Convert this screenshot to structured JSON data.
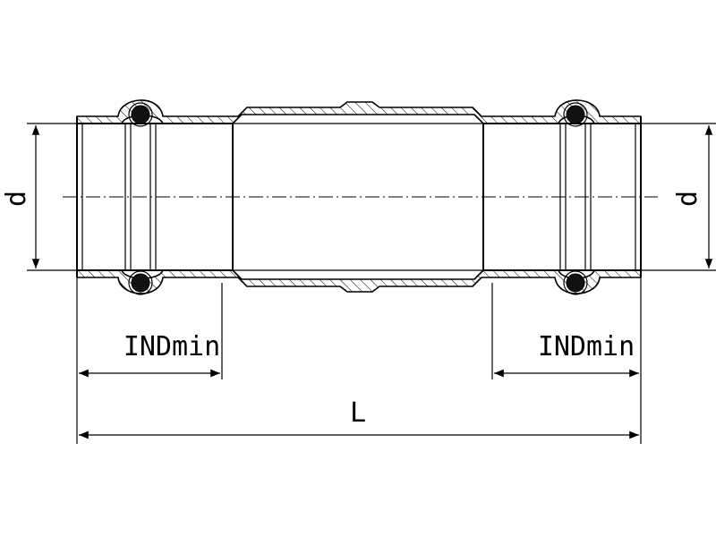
{
  "dimensions": {
    "diameter_left": "d",
    "diameter_right": "d",
    "insertion_left": "INDmin",
    "insertion_right": "INDmin",
    "length": "L"
  }
}
